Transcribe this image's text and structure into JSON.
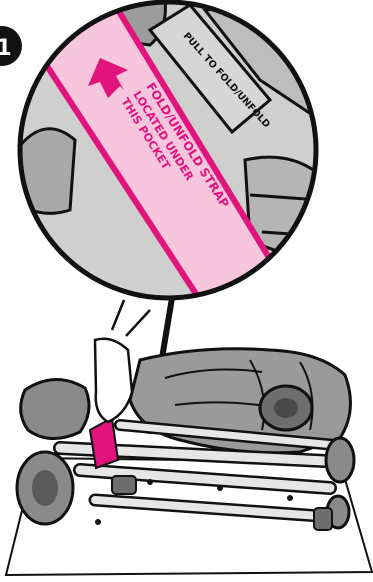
{
  "step": {
    "number": "1"
  },
  "callout": {
    "tag_label": "PULL TO FOLD/UNFOLD",
    "strap_title": "FOLD/UNFOLD STRAP",
    "strap_note_line1": "LOCATED UNDER",
    "strap_note_line2": "THIS POCKET"
  },
  "colors": {
    "ink": "#111111",
    "magenta": "#e0147c",
    "pink_band": "#f7c6dc",
    "pocket_grey": "#cfcfcf",
    "fabric_grey": "#9a9a9a",
    "frame_light": "#e6e6e6",
    "wheel_grey": "#6e6e6e"
  },
  "icons": [
    "push-arrow-icon",
    "step-badge-icon"
  ]
}
